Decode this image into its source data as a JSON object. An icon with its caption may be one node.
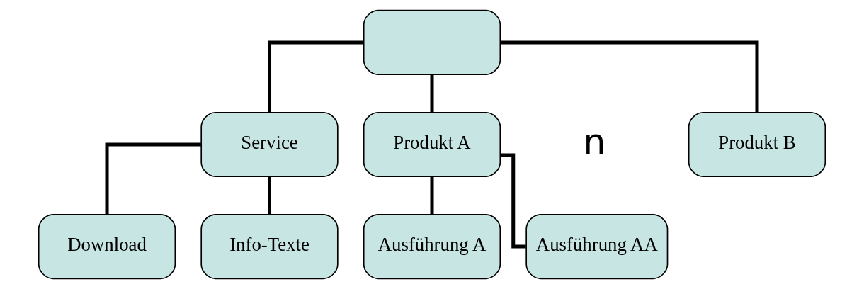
{
  "diagram": {
    "nodes": [
      {
        "text": [],
        "shape": "box"
      },
      {
        "text": [
          "Produkt A"
        ]
      },
      {
        "text": [
          "Produkt B"
        ]
      },
      {
        "text": [
          "Service"
        ]
      },
      {
        "text": [
          "Ausführung A"
        ]
      },
      {
        "text": [
          "Ausführung AA"
        ]
      },
      {
        "text": [
          "Download"
        ]
      },
      {
        "text": [
          "Info-Texte"
        ]
      }
    ],
    "edges": [
      {
        "from": 0,
        "to": 1,
        "arrow": "none"
      },
      {
        "from": 0,
        "to": 2,
        "arrow": "none"
      },
      {
        "from": 0,
        "to": 3,
        "arrow": "none"
      },
      {
        "from": 1,
        "to": 4,
        "arrow": "none"
      },
      {
        "from": 1,
        "to": 5,
        "arrow": "none"
      },
      {
        "from": 3,
        "to": 6,
        "arrow": "none"
      },
      {
        "from": 3,
        "to": 7,
        "arrow": "none"
      }
    ],
    "labels": [
      "n"
    ]
  }
}
